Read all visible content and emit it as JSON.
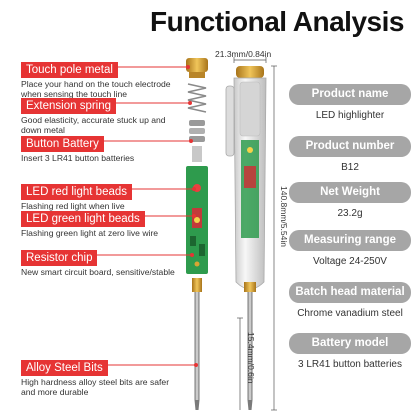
{
  "title": "Functional Analysis",
  "components": [
    {
      "label": "Touch pole metal",
      "description": "Place your hand on the touch electrode when sensing the touch line"
    },
    {
      "label": "Extension spring",
      "description": "Good elasticity, accurate stuck up and down metal"
    },
    {
      "label": "Button Battery",
      "description": "Insert 3 LR41 button batteries"
    },
    {
      "label": "LED red light beads",
      "description": "Flashing red light when live"
    },
    {
      "label": "LED green light beads",
      "description": "Flashing green light at zero live wire"
    },
    {
      "label": "Resistor chip",
      "description": "New smart circuit board, sensitive/stable"
    },
    {
      "label": "Alloy Steel Bits",
      "description": "High hardness alloy steel bits are safer and more durable"
    }
  ],
  "dimensions": {
    "width": "21.3mm/0.84in",
    "length": "140.8mm/5.54in",
    "tip": "15.4mm/0.6in"
  },
  "specs": [
    {
      "name": "Product name",
      "value": "LED highlighter"
    },
    {
      "name": "Product number",
      "value": "B12"
    },
    {
      "name": "Net Weight",
      "value": "23.2g"
    },
    {
      "name": "Measuring range",
      "value": "Voltage 24-250V"
    },
    {
      "name": "Batch head material",
      "value": "Chrome vanadium steel"
    },
    {
      "name": "Battery model",
      "value": "3 LR41 button batteries"
    }
  ],
  "colors": {
    "label_red": "#e63434",
    "spec_header": "#a6a6a6",
    "brass": "#d8a533",
    "pcb_green": "#2e9b4d"
  }
}
